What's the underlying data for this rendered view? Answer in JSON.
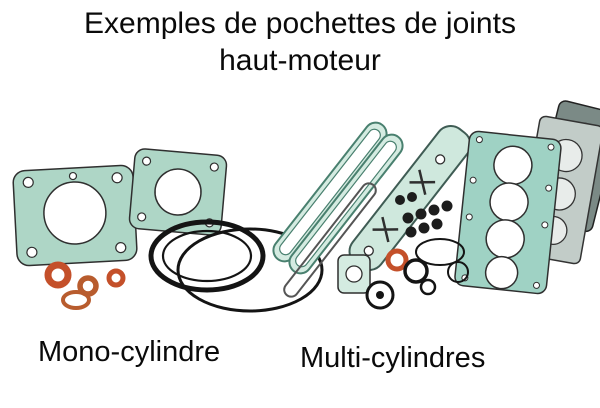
{
  "title": {
    "line1": "Exemples de pochettes de joints",
    "line2": "haut-moteur"
  },
  "labels": {
    "mono": "Mono-cylindre",
    "multi": "Multi-cylindres"
  },
  "colors": {
    "background": "#ffffff",
    "text": "#0a0a0a",
    "gasket_teal": "#9fd2c4",
    "gasket_teal_light": "#d4ebe1",
    "gasket_gray": "#c2ccc8",
    "seal_orange": "#c4502a",
    "ring_black": "#141414"
  }
}
